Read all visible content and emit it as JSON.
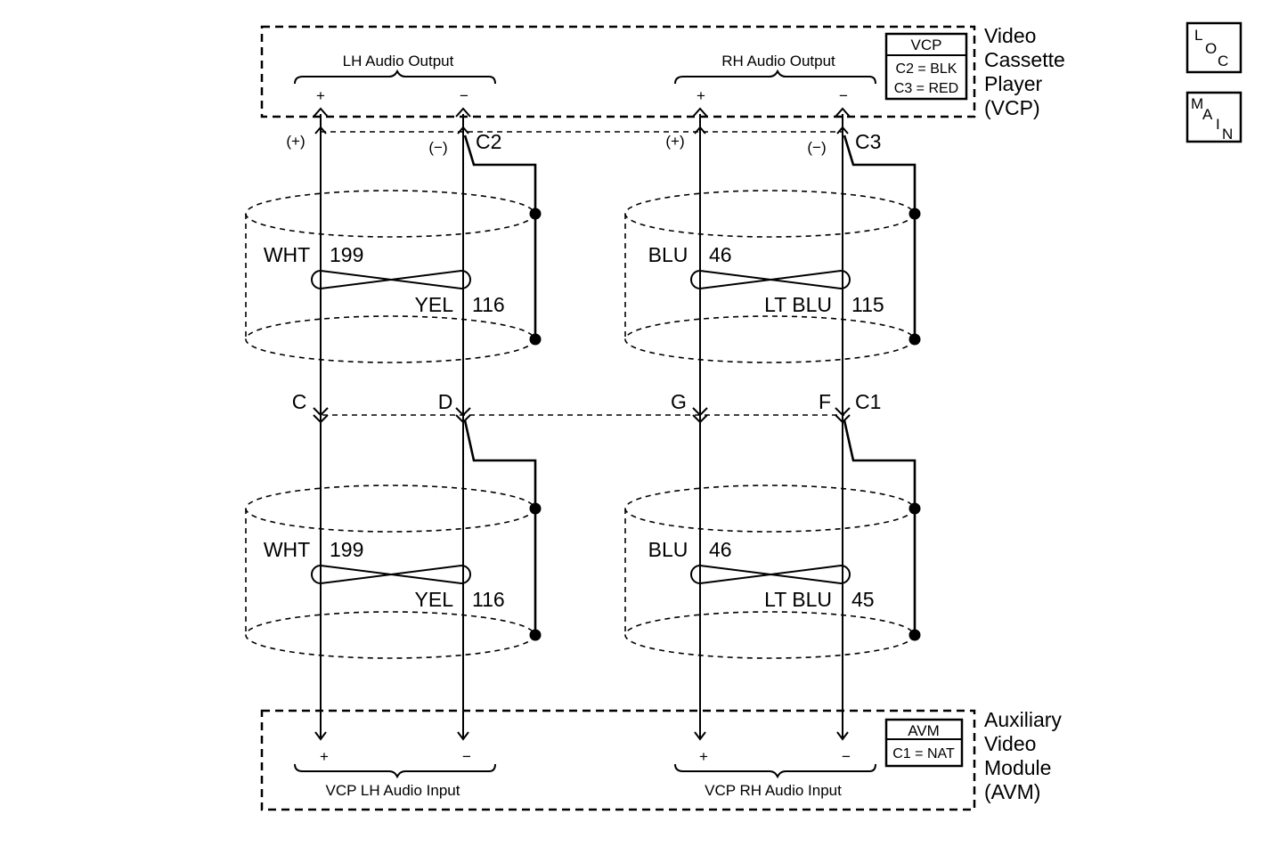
{
  "vcp": {
    "name_lines": [
      "Video",
      "Cassette",
      "Player",
      "(VCP)"
    ],
    "box_title": "VCP",
    "box_lines": [
      "C2 = BLK",
      "C3 = RED"
    ],
    "lh_output": "LH Audio Output",
    "rh_output": "RH Audio Output"
  },
  "avm": {
    "name_lines": [
      "Auxiliary",
      "Video",
      "Module",
      "(AVM)"
    ],
    "box_title": "AVM",
    "box_lines": [
      "C1 = NAT"
    ],
    "lh_input": "VCP LH Audio Input",
    "rh_input": "VCP RH Audio Input"
  },
  "polarity": {
    "plus": "+",
    "minus": "−",
    "plus_paren": "(+)",
    "minus_paren": "(−)"
  },
  "connectors": {
    "c2": "C2",
    "c3": "C3",
    "c1": "C1",
    "pin_c": "C",
    "pin_d": "D",
    "pin_g": "G",
    "pin_f": "F"
  },
  "wires": {
    "upper_left": {
      "color1": "WHT",
      "circuit1": "199",
      "color2": "YEL",
      "circuit2": "116"
    },
    "upper_right": {
      "color1": "BLU",
      "circuit1": "46",
      "color2": "LT BLU",
      "circuit2": "115"
    },
    "lower_left": {
      "color1": "WHT",
      "circuit1": "199",
      "color2": "YEL",
      "circuit2": "116"
    },
    "lower_right": {
      "color1": "BLU",
      "circuit1": "46",
      "color2": "LT BLU",
      "circuit2": "45"
    }
  },
  "nav": {
    "loc": [
      "L",
      "O",
      "C"
    ],
    "main": [
      "M",
      "A",
      "I",
      "N"
    ]
  }
}
